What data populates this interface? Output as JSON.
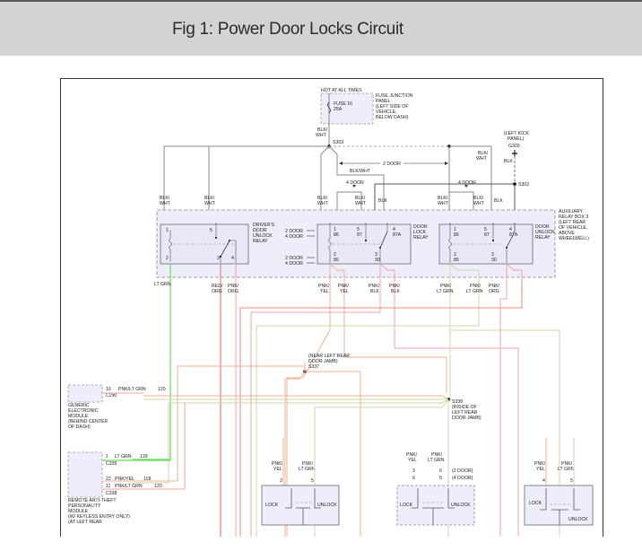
{
  "header": {
    "title": "Fig 1: Power Door Locks Circuit"
  },
  "diagram": {
    "fuse_panel": {
      "hot_label": "HOT AT ALL TIMES",
      "fuse": [
        "FUSE 16",
        "25A"
      ],
      "panel_label": [
        "FUSE JUNCTION",
        "PANEL",
        "(LEFT SIDE OF",
        "VEHICLE,",
        "BELOW DASH)"
      ]
    },
    "splices": {
      "s303": "S303",
      "s302": "S302",
      "g303": "G303",
      "left_kick": [
        "(LEFT KICK",
        "PANEL)"
      ],
      "s337": [
        "(NEAR LEFT REAR",
        "DOOR JAMB)",
        "S337"
      ],
      "s338": [
        "S338",
        "(INSIDE OF",
        "LEFT REAR",
        "DOOR JAMB)"
      ]
    },
    "wire_labels": {
      "blk_wht": [
        "BLK/",
        "WHT"
      ],
      "blkwht": "BLK/WHT",
      "blk": "BLK",
      "two_door": "2 DOOR",
      "four_door": "4 DOOR",
      "lt_grn": "LT GRN",
      "red_org": [
        "RED/",
        "ORG"
      ],
      "pnk_org": [
        "PNK/",
        "ORG"
      ],
      "pnk_yel": [
        "PNK/",
        "YEL"
      ],
      "pnk_blk": [
        "PNK/",
        "BLK"
      ],
      "pnk_ltgrn": [
        "PNK/",
        "LT GRN"
      ]
    },
    "relays": {
      "driver": {
        "name": [
          "DRIVER'S",
          "DOOR",
          "UNLOCK",
          "RELAY"
        ],
        "pins": [
          "1",
          "5",
          "2",
          "3",
          "4"
        ]
      },
      "lock": {
        "name": [
          "DOOR",
          "LOCK",
          "RELAY"
        ],
        "pins": [
          "1",
          "86",
          "5",
          "87",
          "4",
          "87A",
          "2",
          "85",
          "3",
          "30"
        ]
      },
      "unlock": {
        "name": [
          "DOOR",
          "UNLOCK",
          "RELAY"
        ],
        "pins": [
          "1",
          "86",
          "5",
          "87",
          "4",
          "87A",
          "2",
          "85",
          "3",
          "30"
        ]
      },
      "door_arrows": [
        "2 DOOR",
        "4 DOOR"
      ]
    },
    "relay_box_label": [
      "AUXILIARY",
      "RELAY BOX 3",
      "(LEFT REAR",
      "OF VEHICLE,",
      "ABOVE",
      "WHEELWELL)"
    ],
    "gem": {
      "label": [
        "GENERIC",
        "ELECTRONIC",
        "MODULE",
        "(BEHIND CENTER",
        "OF DASH)"
      ],
      "pin": "16",
      "wire": "PNK/LT GRN",
      "circuit": "120",
      "connector": "C290"
    },
    "rap": {
      "label": [
        "REMOTE ANTI-THEFT",
        "PERSONALITY",
        "MODULE",
        "(W/ KEYLESS ENTRY ONLY)",
        "(AT LEFT REAR"
      ],
      "rows": [
        {
          "pin": "1",
          "wire": "LT GRN",
          "circuit": "129",
          "connector": "C339"
        },
        {
          "pin": "22",
          "wire": "PNK/YEL",
          "circuit": "118"
        },
        {
          "pin": "11",
          "wire": "PNK/LT GRN",
          "circuit": "120",
          "connector": "C338"
        }
      ]
    },
    "switches": [
      {
        "pins": [
          "2",
          "5"
        ],
        "lock": "LOCK",
        "unlock": "UNLOCK"
      },
      {
        "pins": [
          "3",
          "6"
        ],
        "pins2": [
          "6",
          "5"
        ],
        "door_notes": [
          "(2 DOOR)",
          "(4 DOOR)"
        ],
        "lock": "LOCK",
        "unlock": "UNLOCK"
      },
      {
        "pins": [
          "4",
          "5"
        ],
        "lock": "LOCK",
        "unlock": "UNLOCK"
      }
    ],
    "colors": {
      "wire_gray": "#888888",
      "wire_dark": "#555555",
      "lt_grn": "#66dd55",
      "red_org": "#ee6655",
      "pnk": "#f4a0a0",
      "pnk_yel": "#f4b090",
      "pnk_ltgrn": "#c8d8a8",
      "box_fill": "#eeeefa"
    }
  }
}
